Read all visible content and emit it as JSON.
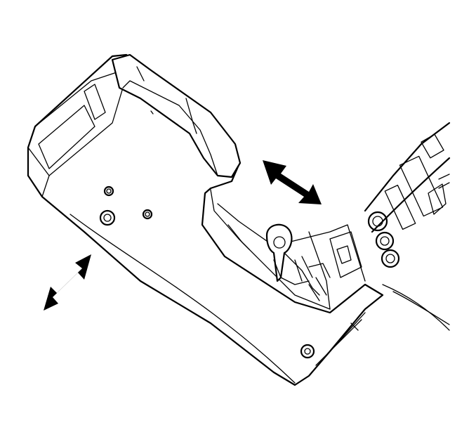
{
  "diagram": {
    "background_color": "#ffffff",
    "line_color": "#000000",
    "components": [
      {
        "name": "center-console",
        "icon": "console-outline"
      },
      {
        "name": "armrest-lid",
        "icon": "armrest"
      },
      {
        "name": "shifter",
        "icon": "gear-shift-lever"
      },
      {
        "name": "instrument-panel",
        "icon": "dashboard-partial"
      }
    ],
    "arrows": [
      {
        "name": "rear-movement-arrow",
        "icon": "double-headed-arrow"
      },
      {
        "name": "front-movement-arrow",
        "icon": "double-headed-arrow"
      }
    ]
  }
}
